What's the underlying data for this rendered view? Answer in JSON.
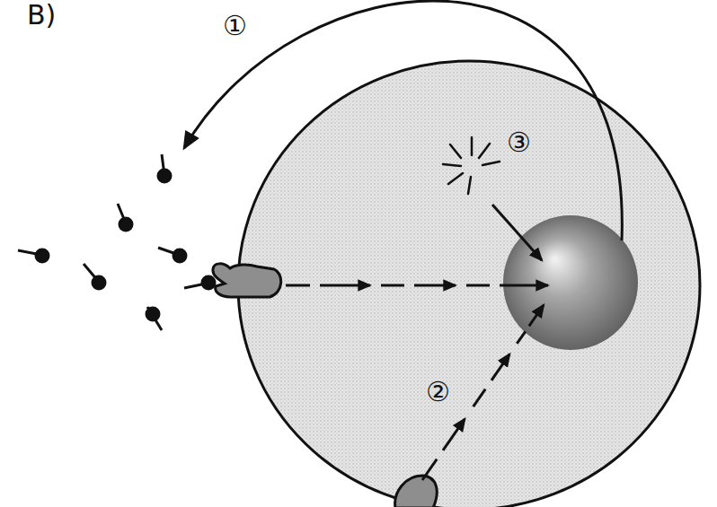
{
  "diagram": {
    "labels": [
      "B)",
      "①",
      "②",
      "③"
    ]
  }
}
